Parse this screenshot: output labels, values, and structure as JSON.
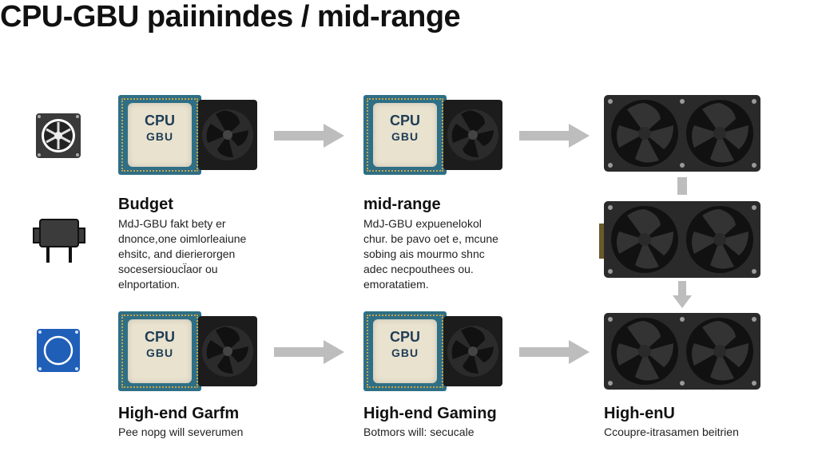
{
  "title": "CPU-GBU paiinindes / mid-range",
  "chip_labels": {
    "cpu": "CPU",
    "gbu": "GBU"
  },
  "tiers": [
    {
      "title": "Budget",
      "desc": [
        "MdJ-GBU fakt bety er",
        "dnonce,one oimlorleaiune",
        "ehsitc, and dierierorgen",
        "socesersioucl̈aor ou",
        "elnportation."
      ]
    },
    {
      "title": "mid-range",
      "desc": [
        "MdJ-GBU expuenelokol",
        "chur. be pavo oet e, mcune",
        "sobing ais mourmo shnc",
        "adec necpouthees ou.",
        "emoratatiem."
      ]
    },
    {
      "title": "High-end Garfm",
      "desc": [
        "Pee nopg will severumen"
      ]
    },
    {
      "title": "High-end Gaming",
      "desc": [
        "Botmors will: secucale"
      ]
    },
    {
      "title": "High-enU",
      "desc": [
        "Ccoupre-itrasamen beitrien"
      ]
    }
  ],
  "icons": [
    "fan-box-icon",
    "gpu-bracket-icon",
    "blue-chip-icon"
  ],
  "colors": {
    "pcb": "#2e6f86",
    "die": "#e9e2cf",
    "arrow": "#bdbdbd",
    "fan": "#1c1c1c"
  }
}
